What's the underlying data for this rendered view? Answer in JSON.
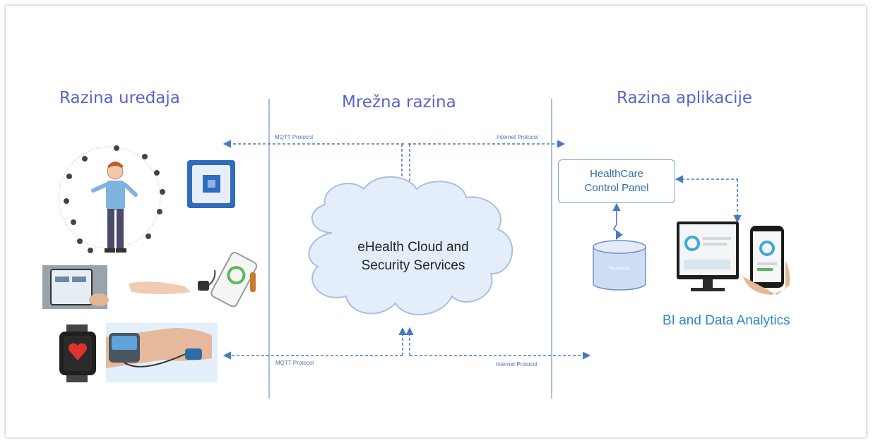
{
  "headings": {
    "device_layer": "Razina uređaja",
    "network_layer": "Mrežna razina",
    "application_layer": "Razina aplikacije"
  },
  "protocols": {
    "mqtt_top": "MQTT Protocol",
    "internet_top": "Internet  Protocol",
    "mqtt_bottom": "MQTT Protocol",
    "internet_bottom": "Internet  Protocol"
  },
  "cloud": {
    "line1": "eHealth Cloud and",
    "line2": "Security Services"
  },
  "control_panel": {
    "line1": "HealthCare",
    "line2": "Control Panel"
  },
  "repository": {
    "label": "Repository"
  },
  "bi": {
    "label": "BI and Data Analytics"
  },
  "colors": {
    "heading": "#5a63c9",
    "arrow": "#4a78c4",
    "divider": "#8fa6d6",
    "cloud_fill": "#e4eefb",
    "cloud_stroke": "#a9bfe0"
  },
  "icons": [
    "wearables-person-icon",
    "gateway-device-icon",
    "phone-thermometer-icon",
    "pulse-oximeter-phone-icon",
    "smartwatch-icon",
    "wrist-oximeter-icon",
    "database-icon",
    "monitor-dashboard-icon",
    "smartphone-dashboard-icon"
  ]
}
